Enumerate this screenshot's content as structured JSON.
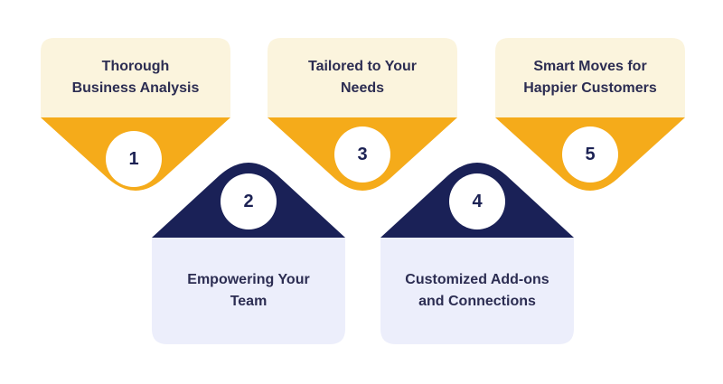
{
  "colors": {
    "top_card": "#fbf4dd",
    "top_triangle": "#f5ab1a",
    "bottom_card": "#eceefb",
    "bottom_triangle": "#1a2157",
    "text": "#2c2d52",
    "number": "#1c2254"
  },
  "steps": [
    {
      "number": "1",
      "line1": "Thorough",
      "line2": "Business Analysis"
    },
    {
      "number": "2",
      "line1": "Empowering Your",
      "line2": "Team"
    },
    {
      "number": "3",
      "line1": "Tailored to Your",
      "line2": "Needs"
    },
    {
      "number": "4",
      "line1": "Customized Add-ons",
      "line2": "and Connections"
    },
    {
      "number": "5",
      "line1": "Smart Moves for",
      "line2": "Happier Customers"
    }
  ]
}
